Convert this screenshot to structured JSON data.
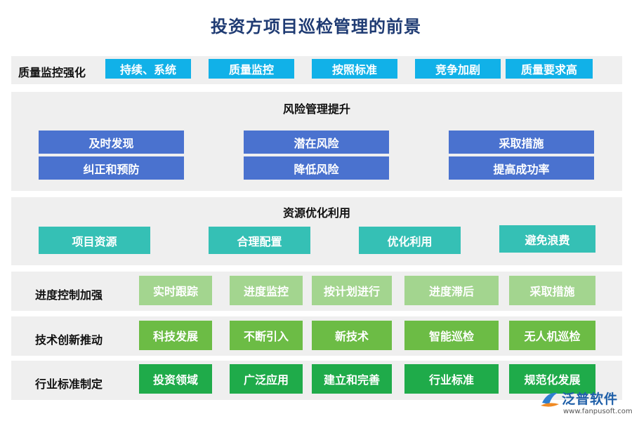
{
  "title": "投资方项目巡检管理的前景",
  "quality": {
    "label": "质量监控强化",
    "items": [
      "持续、系统",
      "质量监控",
      "按照标准",
      "竞争加剧",
      "质量要求高"
    ]
  },
  "risk": {
    "title": "风险管理提升",
    "items": [
      "及时发现",
      "潜在风险",
      "采取措施",
      "纠正和预防",
      "降低风险",
      "提高成功率"
    ]
  },
  "resource": {
    "title": "资源优化利用",
    "items": [
      "项目资源",
      "合理配置",
      "优化利用",
      "避免浪费"
    ]
  },
  "progress": {
    "label": "进度控制加强",
    "items": [
      "实时跟踪",
      "进度监控",
      "按计划进行",
      "进度滞后",
      "采取措施"
    ]
  },
  "tech": {
    "label": "技术创新推动",
    "items": [
      "科技发展",
      "不断引入",
      "新技术",
      "智能巡检",
      "无人机巡检"
    ]
  },
  "industry": {
    "label": "行业标准制定",
    "items": [
      "投资领域",
      "广泛应用",
      "建立和完善",
      "行业标准",
      "规范化发展"
    ]
  },
  "logo": {
    "name": "泛普软件",
    "url": "www.fanpusoft.com",
    "icon": "fanpu-logo-icon"
  },
  "colors": {
    "title": "#1f3b73",
    "quality": "#11b1e8",
    "risk": "#4a72cf",
    "resource": "#35c0b5",
    "progress": "#a3d58f",
    "tech": "#6cbc45",
    "industry": "#1fab4a"
  }
}
